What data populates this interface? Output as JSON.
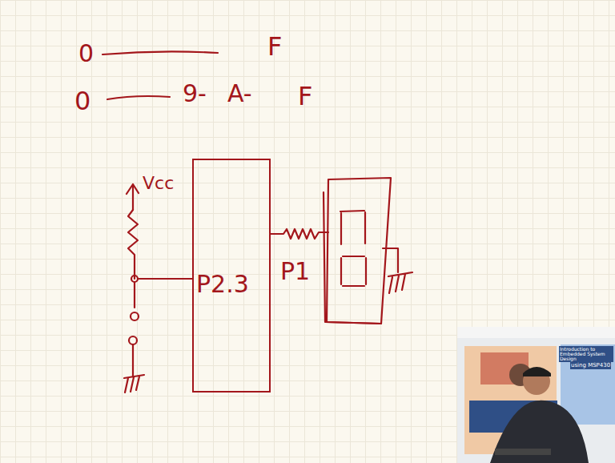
{
  "diagram": {
    "nodes": [
      {
        "text": [
          "P2.3"
        ]
      }
    ],
    "labels": [
      "0",
      "F",
      "0",
      "9-",
      "A-",
      "F",
      "Vcc",
      "P1",
      "Introduction to Embedded System Design",
      "using MSP430"
    ]
  }
}
